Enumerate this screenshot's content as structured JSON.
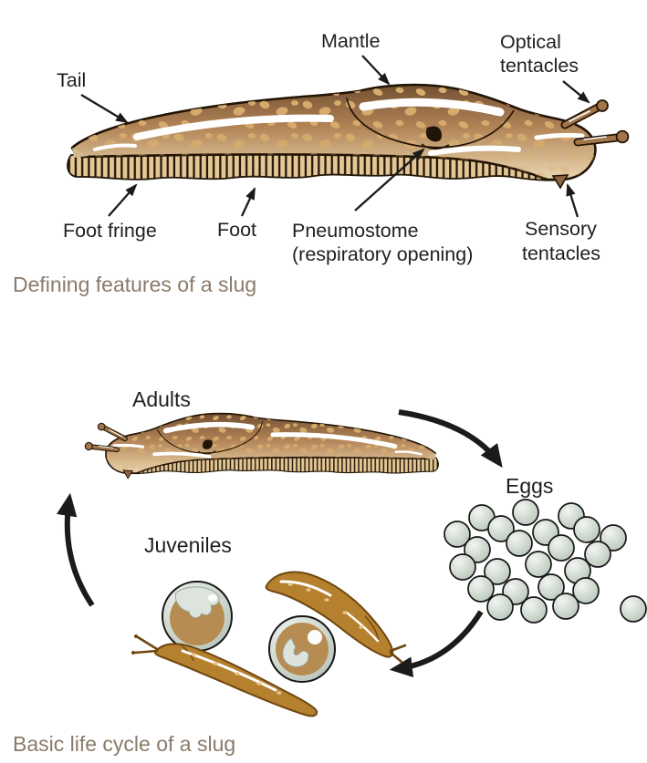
{
  "figure_features": {
    "caption": "Defining features of a slug",
    "labels": {
      "tail": "Tail",
      "mantle": "Mantle",
      "optical_line1": "Optical",
      "optical_line2": "tentacles",
      "foot_fringe": "Foot fringe",
      "foot": "Foot",
      "pneumostome_line1": "Pneumostome",
      "pneumostome_line2": "(respiratory opening)",
      "sensory_line1": "Sensory",
      "sensory_line2": "tentacles"
    }
  },
  "figure_lifecycle": {
    "caption": "Basic life cycle of a slug",
    "labels": {
      "adults": "Adults",
      "eggs": "Eggs",
      "juveniles": "Juveniles"
    },
    "egg_count": 24
  },
  "colors": {
    "label_text": "#221e1f",
    "caption_text": "#8a7a6a",
    "arrow": "#1c1b19",
    "slug_outline": "#231405",
    "slug_dark": "#6e4c2f",
    "slug_mid": "#b28457",
    "slug_light": "#d9bc92",
    "slug_pale": "#ecd9b4",
    "slug_spot": "#d9ae6e",
    "fringe_fill": "#e4c795",
    "fringe_stripe": "#221708",
    "egg_fill": "#ccd6cc",
    "egg_stroke": "#161616",
    "juvenile_body": "#b5812f",
    "juvenile_outline": "#6f460f",
    "embryo_brown": "#b78c52",
    "embryo_gray": "#dde4dd"
  }
}
